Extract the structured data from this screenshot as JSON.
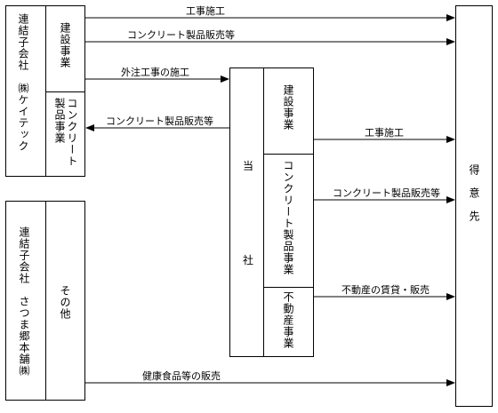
{
  "subsidiaries": [
    {
      "company": "連結子会社　㈱ケイテック",
      "segments": [
        "建設事業",
        "コンクリート製品事業"
      ]
    },
    {
      "company": "連結子会社　さつま郷本舗㈱",
      "segments": [
        "その他"
      ]
    }
  ],
  "parent": {
    "name_top": "当",
    "name_bottom": "社",
    "segments": [
      "建設事業",
      "コンクリート製品事業",
      "不動産事業"
    ]
  },
  "customer": "得　意　先",
  "flows": [
    "工事施工",
    "コンクリート製品販売等",
    "外注工事の施工",
    "コンクリート製品販売等",
    "工事施工",
    "コンクリート製品販売等",
    "不動産の賃貸・販売",
    "健康食品等の販売"
  ]
}
